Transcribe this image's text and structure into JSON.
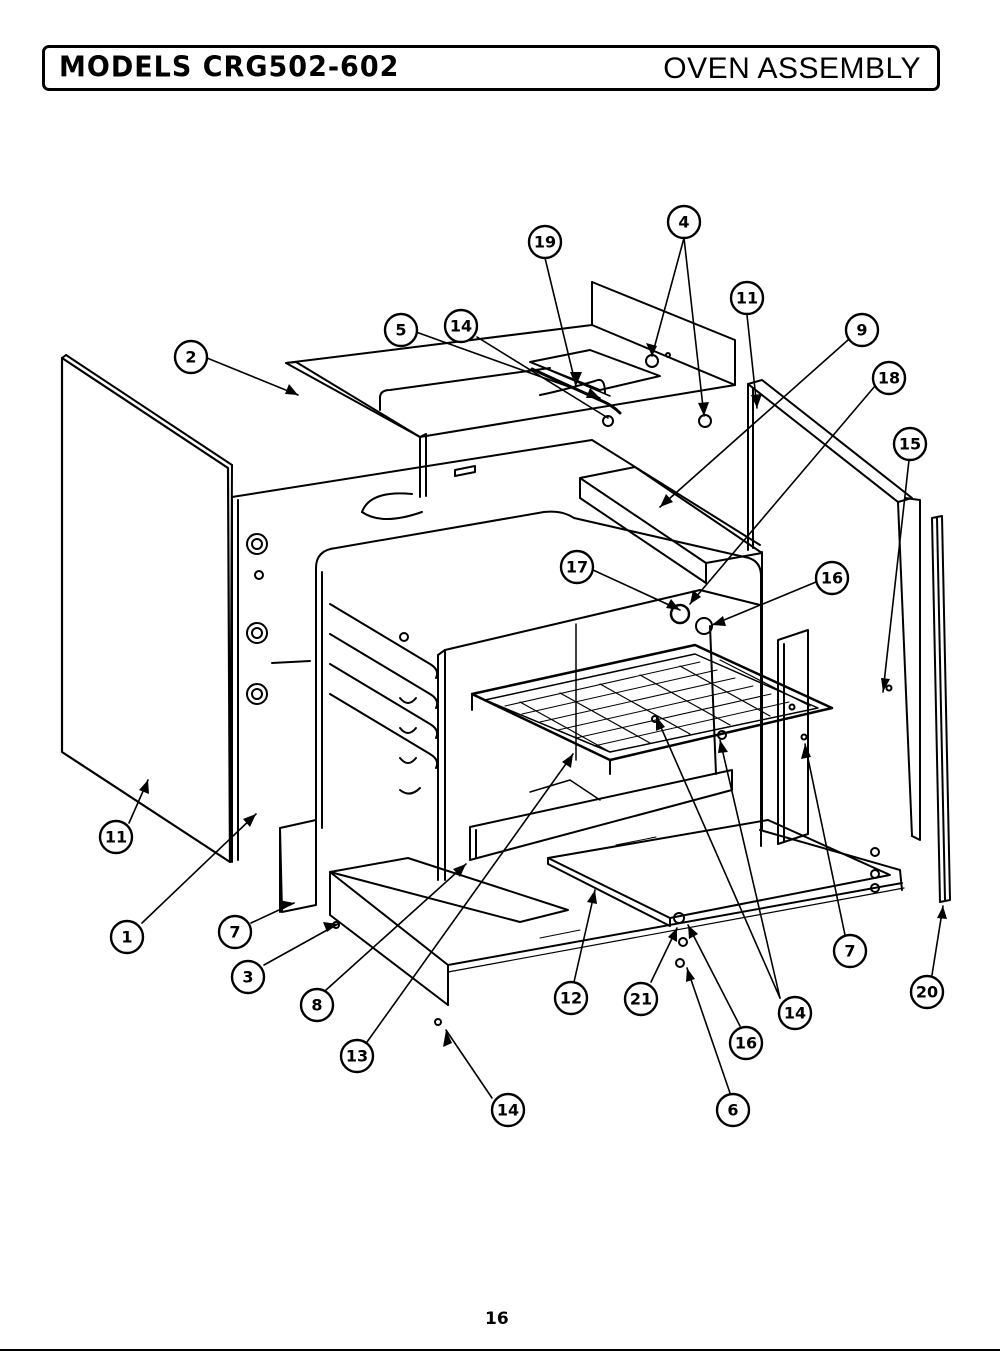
{
  "header": {
    "model_label": "MODELS CRG502-602",
    "section_title": "OVEN ASSEMBLY"
  },
  "callouts": [
    "19",
    "4",
    "5",
    "14",
    "11",
    "9",
    "2",
    "18",
    "15",
    "17",
    "16",
    "11",
    "1",
    "7",
    "3",
    "8",
    "13",
    "14",
    "12",
    "21",
    "16",
    "14",
    "7",
    "20",
    "6"
  ],
  "page_number": "16"
}
